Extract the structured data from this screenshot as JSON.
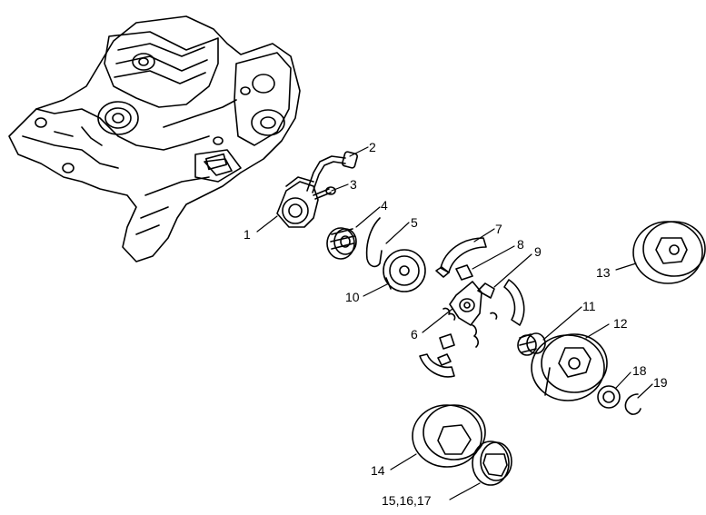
{
  "diagram": {
    "callouts": [
      {
        "id": "1",
        "text": "1"
      },
      {
        "id": "2",
        "text": "2"
      },
      {
        "id": "3",
        "text": "3"
      },
      {
        "id": "4",
        "text": "4"
      },
      {
        "id": "5",
        "text": "5"
      },
      {
        "id": "6",
        "text": "6"
      },
      {
        "id": "7",
        "text": "7"
      },
      {
        "id": "8",
        "text": "8"
      },
      {
        "id": "9",
        "text": "9"
      },
      {
        "id": "10",
        "text": "10"
      },
      {
        "id": "11",
        "text": "11"
      },
      {
        "id": "12",
        "text": "12"
      },
      {
        "id": "13",
        "text": "13"
      },
      {
        "id": "14",
        "text": "14"
      },
      {
        "id": "15-16-17",
        "text": "15,16,17"
      },
      {
        "id": "18",
        "text": "18"
      },
      {
        "id": "19",
        "text": "19"
      }
    ]
  }
}
